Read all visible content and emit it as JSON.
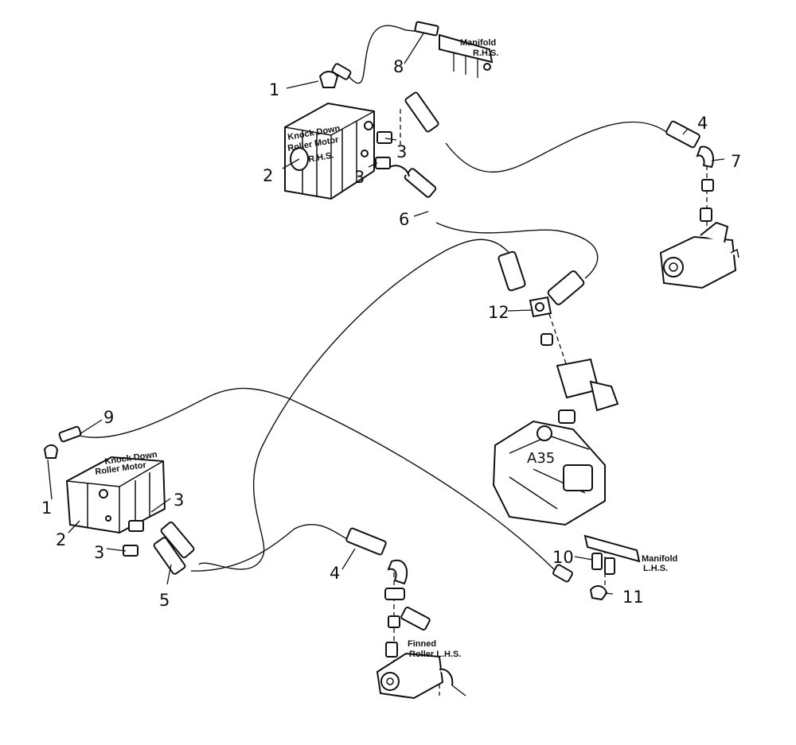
{
  "callouts": {
    "c1_top": "1",
    "c2_top": "2",
    "c3_top_a": "3",
    "c3_top_b": "3",
    "c4_top": "4",
    "c6": "6",
    "c7": "7",
    "c8": "8",
    "c9": "9",
    "c12": "12",
    "c1_bot": "1",
    "c2_bot": "2",
    "c3_bot_a": "3",
    "c3_bot_b": "3",
    "c4_bot": "4",
    "c5": "5",
    "c10": "10",
    "c11": "11"
  },
  "labels": {
    "manifold_rhs": [
      "Manifold",
      "R.H.S."
    ],
    "manifold_lhs": [
      "Manifold",
      "L.H.S."
    ],
    "motor_rhs": [
      "Knock Down",
      "Roller Motor",
      "R.H.S."
    ],
    "motor_lhs": [
      "Knock Down",
      "Roller Motor"
    ],
    "finned_roller": [
      "Finned",
      "Roller L.H.S."
    ],
    "valve": "A35"
  }
}
